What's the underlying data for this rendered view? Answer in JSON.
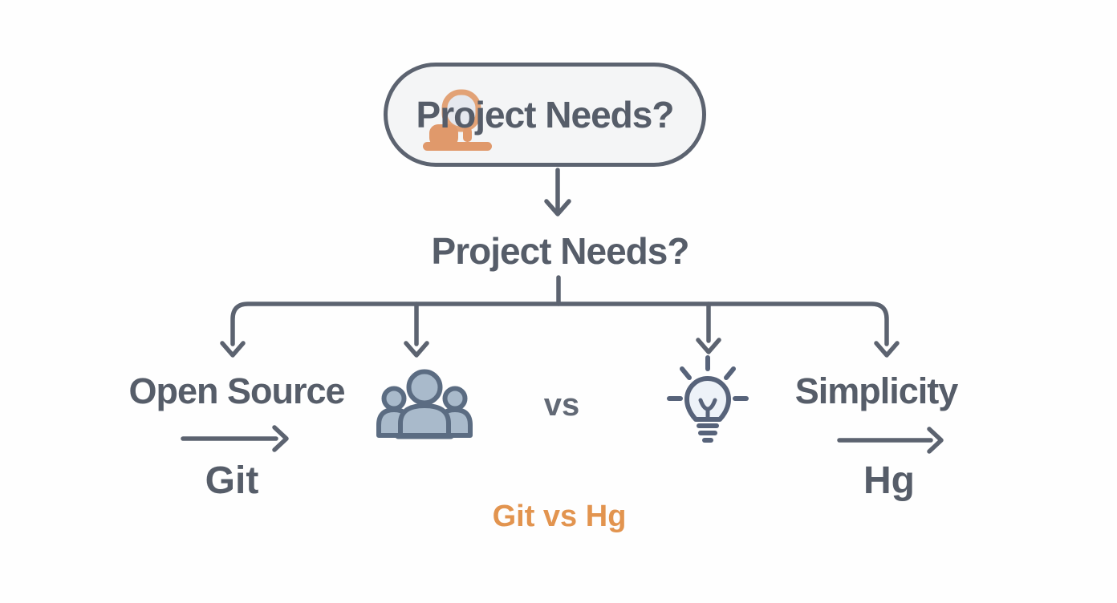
{
  "flowchart": {
    "root_box": {
      "label": "Project Needs?",
      "icon": "person-at-laptop-icon"
    },
    "decision_label": "Project Needs?",
    "branch_left": {
      "criterion": "Open Source",
      "result": "Git"
    },
    "branch_people_icon": "people-group-icon",
    "versus_label": "vs",
    "branch_idea_icon": "lightbulb-icon",
    "branch_right": {
      "criterion": "Simplicity",
      "result": "Hg"
    },
    "caption": "Git vs Hg"
  },
  "colors": {
    "line": "#5c6370",
    "text": "#565d69",
    "muted_text": "#626975",
    "accent_orange": "#e2944f",
    "icon_orange": "#e0996b",
    "root_box_fill": "#f4f5f6",
    "people_icon_fill": "#a9bacb",
    "people_icon_stroke": "#5b6c82",
    "bulb_fill": "#edf2f8",
    "bulb_stroke": "#57637a",
    "background": "#fefefe"
  }
}
